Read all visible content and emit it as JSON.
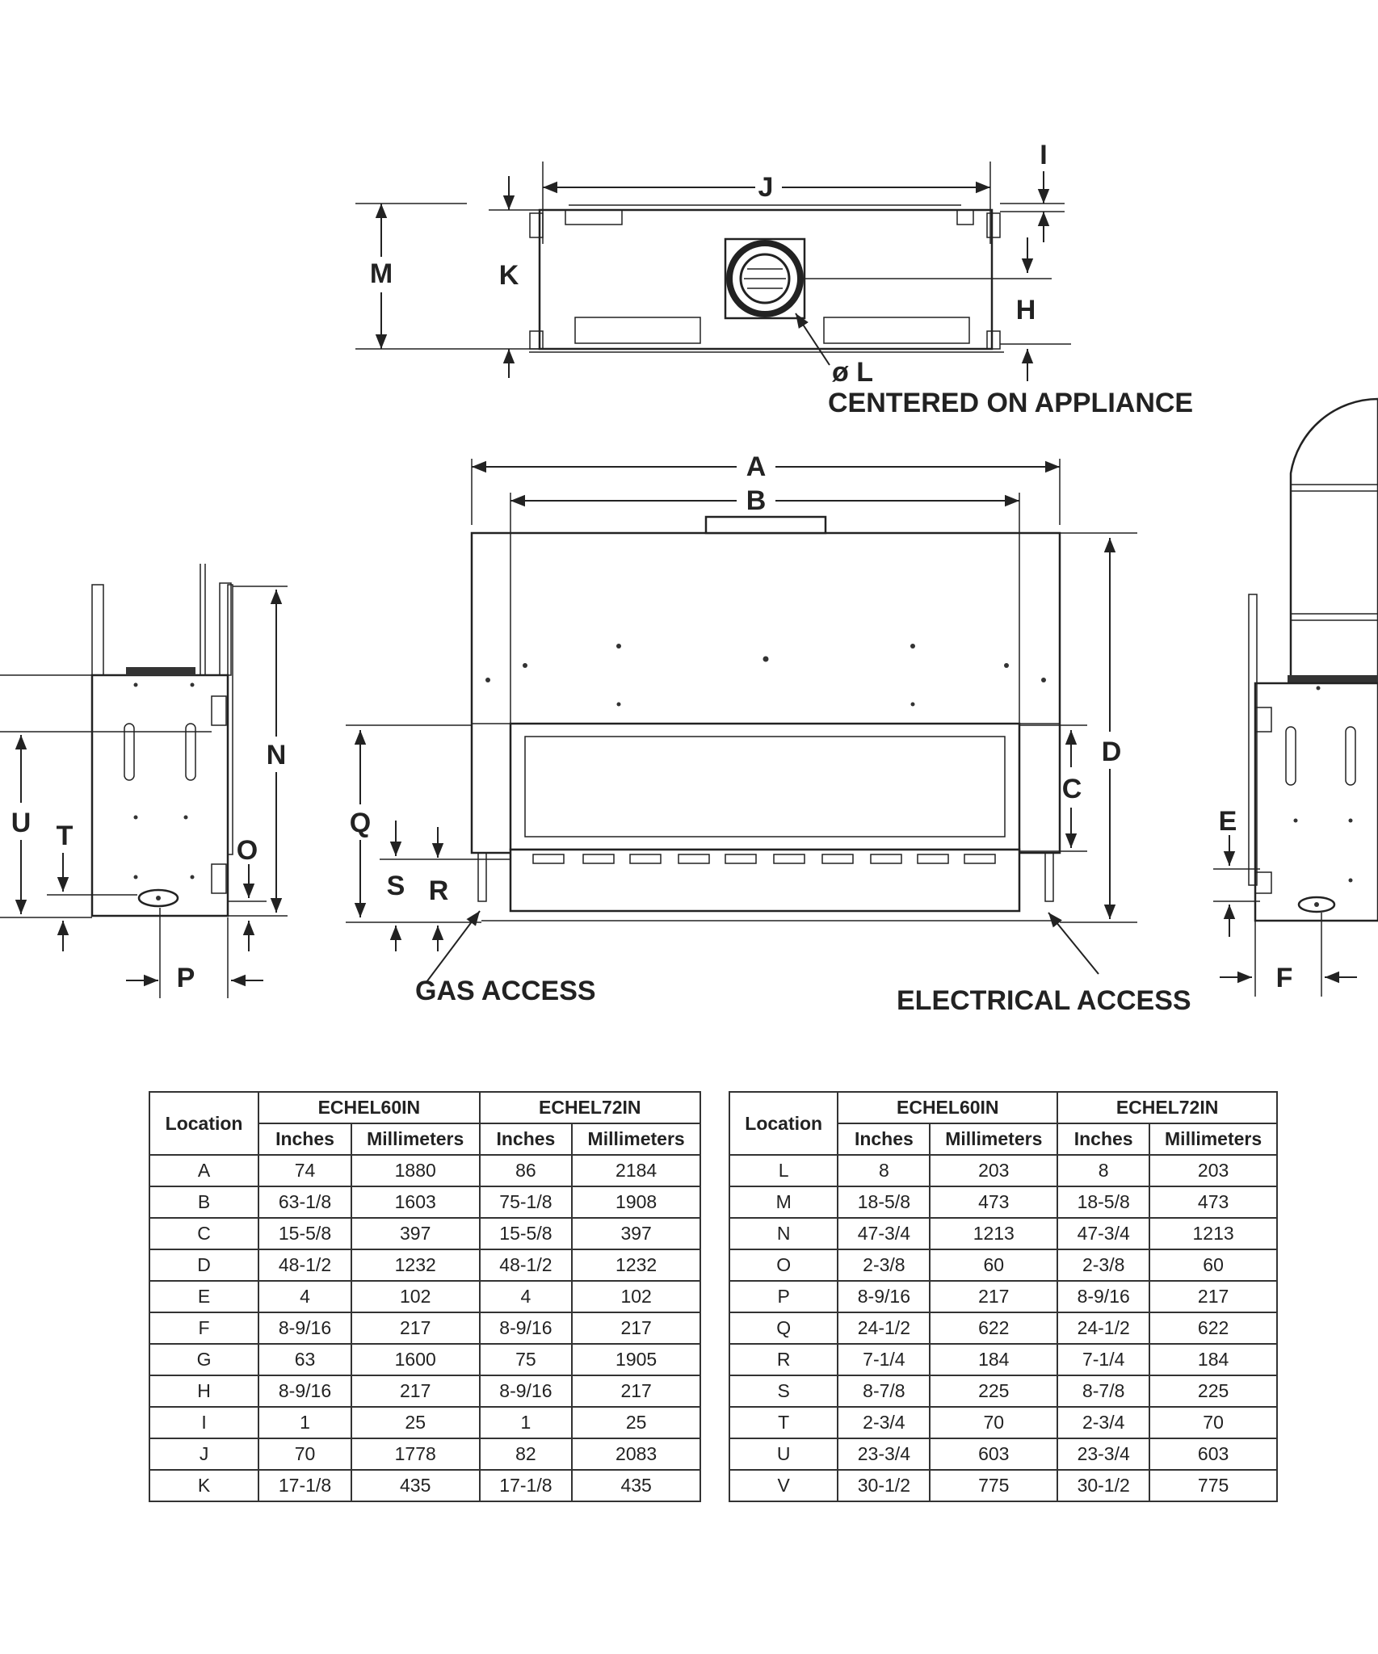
{
  "diagram": {
    "labels": {
      "A": "A",
      "B": "B",
      "C": "C",
      "D": "D",
      "E": "E",
      "F": "F",
      "H": "H",
      "I": "I",
      "J": "J",
      "K": "K",
      "L": "ø L",
      "M": "M",
      "N": "N",
      "O": "O",
      "P": "P",
      "Q": "Q",
      "R": "R",
      "S": "S",
      "T": "T",
      "U": "U"
    },
    "notes": {
      "centered": "CENTERED ON APPLIANCE",
      "gas": "GAS ACCESS",
      "electrical": "ELECTRICAL ACCESS"
    }
  },
  "tables": [
    {
      "location_header": "Location",
      "models": [
        "ECHEL60IN",
        "ECHEL72IN"
      ],
      "units": [
        "Inches",
        "Millimeters",
        "Inches",
        "Millimeters"
      ],
      "rows": [
        [
          "A",
          "74",
          "1880",
          "86",
          "2184"
        ],
        [
          "B",
          "63-1/8",
          "1603",
          "75-1/8",
          "1908"
        ],
        [
          "C",
          "15-5/8",
          "397",
          "15-5/8",
          "397"
        ],
        [
          "D",
          "48-1/2",
          "1232",
          "48-1/2",
          "1232"
        ],
        [
          "E",
          "4",
          "102",
          "4",
          "102"
        ],
        [
          "F",
          "8-9/16",
          "217",
          "8-9/16",
          "217"
        ],
        [
          "G",
          "63",
          "1600",
          "75",
          "1905"
        ],
        [
          "H",
          "8-9/16",
          "217",
          "8-9/16",
          "217"
        ],
        [
          "I",
          "1",
          "25",
          "1",
          "25"
        ],
        [
          "J",
          "70",
          "1778",
          "82",
          "2083"
        ],
        [
          "K",
          "17-1/8",
          "435",
          "17-1/8",
          "435"
        ]
      ]
    },
    {
      "location_header": "Location",
      "models": [
        "ECHEL60IN",
        "ECHEL72IN"
      ],
      "units": [
        "Inches",
        "Millimeters",
        "Inches",
        "Millimeters"
      ],
      "rows": [
        [
          "L",
          "8",
          "203",
          "8",
          "203"
        ],
        [
          "M",
          "18-5/8",
          "473",
          "18-5/8",
          "473"
        ],
        [
          "N",
          "47-3/4",
          "1213",
          "47-3/4",
          "1213"
        ],
        [
          "O",
          "2-3/8",
          "60",
          "2-3/8",
          "60"
        ],
        [
          "P",
          "8-9/16",
          "217",
          "8-9/16",
          "217"
        ],
        [
          "Q",
          "24-1/2",
          "622",
          "24-1/2",
          "622"
        ],
        [
          "R",
          "7-1/4",
          "184",
          "7-1/4",
          "184"
        ],
        [
          "S",
          "8-7/8",
          "225",
          "8-7/8",
          "225"
        ],
        [
          "T",
          "2-3/4",
          "70",
          "2-3/4",
          "70"
        ],
        [
          "U",
          "23-3/4",
          "603",
          "23-3/4",
          "603"
        ],
        [
          "V",
          "30-1/2",
          "775",
          "30-1/2",
          "775"
        ]
      ]
    }
  ]
}
